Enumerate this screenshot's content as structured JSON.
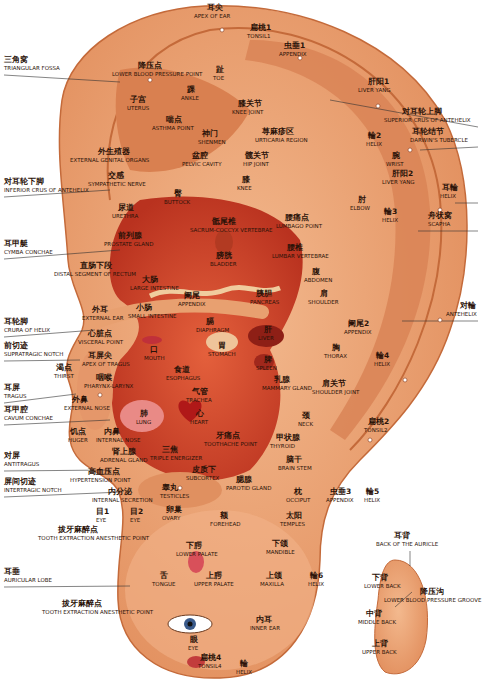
{
  "diagram": {
    "labels": [
      "耳尖",
      "APEX OF EAR",
      "扁桃1",
      "TONSIL1",
      "虫垂1",
      "APPENDIX",
      "三角窝",
      "TRIANGULAR FOSSA",
      "降压点",
      "LOWER BLOOD PRESSURE POINT",
      "趾",
      "TOE",
      "踝",
      "ANKLE",
      "肝阳1",
      "LIVER YANG",
      "子宫",
      "UTERUS",
      "膝关节",
      "KNEE JOINT",
      "对耳轮上脚",
      "SUPERIOR CRUS OF ANTEHELIX",
      "喘点",
      "ASTHMA POINT",
      "神门",
      "SHENMEN",
      "荨麻疹区",
      "URTICARIA REGION",
      "耳轮结节",
      "DARWIN'S TUBERCLE",
      "輪2",
      "HELIX",
      "外生殖器",
      "EXTERNAL GENITAL ORGANS",
      "盆腔",
      "PELVIC CAVITY",
      "髋关节",
      "HIP JOINT",
      "腕",
      "WRIST",
      "肝阳2",
      "LIVER YANG",
      "交感",
      "SYMPATHETIC NERVE",
      "膝",
      "KNEE",
      "对耳轮下脚",
      "INFERIOR CRUS OF ANTEHELIX",
      "耳輪",
      "HELIX",
      "臀",
      "BUTTOCK",
      "肘",
      "ELBOW",
      "尿道",
      "URETHRA",
      "輪3",
      "HELIX",
      "舟状窝",
      "SCAPHA",
      "腰痛点",
      "LUMBAGO POINT",
      "骶尾椎",
      "SACRUM-COCCYX VERTEBRAE",
      "前列腺",
      "PROSTATE GLAND",
      "耳甲艇",
      "CYMBA CONCHAE",
      "腰椎",
      "LUMBAR VERTEBRAE",
      "膀胱",
      "BLADDER",
      "直肠下段",
      "DISTAL SEGMENT OF RECTUM",
      "腹",
      "ABDOMEN",
      "大肠",
      "LARGE INTESTINE",
      "阑尾",
      "APPENDIX",
      "胰胆",
      "PANCREAS",
      "肩",
      "SHOULDER",
      "对輪",
      "ANTEHELIX",
      "外耳",
      "EXTERNAL EAR",
      "小肠",
      "SMALL INTESTINE",
      "耳轮脚",
      "CRURA OF HELIX",
      "膈",
      "DIAPHRAGM",
      "阑尾2",
      "APPENDIX",
      "心脏点",
      "VISCERAL POINT",
      "肝",
      "LIVER",
      "胸",
      "THORAX",
      "前切迹",
      "SUPRATRAGIC NOTCH",
      "口",
      "MOUTH",
      "胃",
      "STOMACH",
      "脾",
      "SPLEEN",
      "輪4",
      "HELIX",
      "耳屏尖",
      "APEX OF TRAGUS",
      "渴点",
      "THIRST",
      "咽喉",
      "PHARYNX-LARYNX",
      "食道",
      "ESOPHAGUS",
      "乳腺",
      "MAMMARY GLAND",
      "肩关节",
      "SHOULDER JOINT",
      "耳屏",
      "TRAGUS",
      "外鼻",
      "EXTERNAL NOSE",
      "气管",
      "TRACHEA",
      "耳甲腔",
      "CAVUM CONCHAE",
      "肺",
      "LUNG",
      "心",
      "HEART",
      "颈",
      "NECK",
      "扁桃2",
      "TONSIL2",
      "饥点",
      "HUGER",
      "内鼻",
      "INTERNAL NOSE",
      "牙痛点",
      "TOOTHACHE POINT",
      "甲状腺",
      "THYROID",
      "肾上腺",
      "ADRENAL GLAND",
      "三焦",
      "TRIPLE ENERGIZER",
      "对屏",
      "ANTITRAGUS",
      "脑干",
      "BRAIN STEM",
      "高血压点",
      "HYPERTENSION POINT",
      "皮质下",
      "SUBCORTEX",
      "腮腺",
      "PAROTID GLAND",
      "屏间切迹",
      "INTERTRAGIC NOTCH",
      "内分泌",
      "INTERNAL SECRETION",
      "睾丸",
      "TESTICLES",
      "枕",
      "OCCIPUT",
      "虫垂3",
      "APPENDIX",
      "輪5",
      "HELIX",
      "目1",
      "EYE",
      "目2",
      "EYE",
      "卵巢",
      "OVARY",
      "额",
      "FOREHEAD",
      "太阳",
      "TEMPLES",
      "拔牙麻醉点",
      "TOOTH EXTRACTION ANESTHETIC POINT",
      "耳背",
      "BACK OF THE AURICLE",
      "下腭",
      "LOWER PALATE",
      "下颌",
      "MANDIBLE",
      "耳垂",
      "AURICULAR LOBE",
      "舌",
      "TONGUE",
      "上腭",
      "UPPER PALATE",
      "上颌",
      "MAXILLA",
      "輪6",
      "HELIX",
      "下背",
      "LOWER BACK",
      "降压沟",
      "LOWER BLOOD PRESSURE GROOVE",
      "拔牙麻醉点",
      "TOOTH EXTRACTION ANESTHETIC POINT",
      "中背",
      "MIDDLE BACK",
      "内耳",
      "INNER EAR",
      "眼",
      "EYE",
      "上背",
      "UPPER BACK",
      "扁桃4",
      "TONSIL4",
      "輪",
      "HELIX"
    ]
  }
}
